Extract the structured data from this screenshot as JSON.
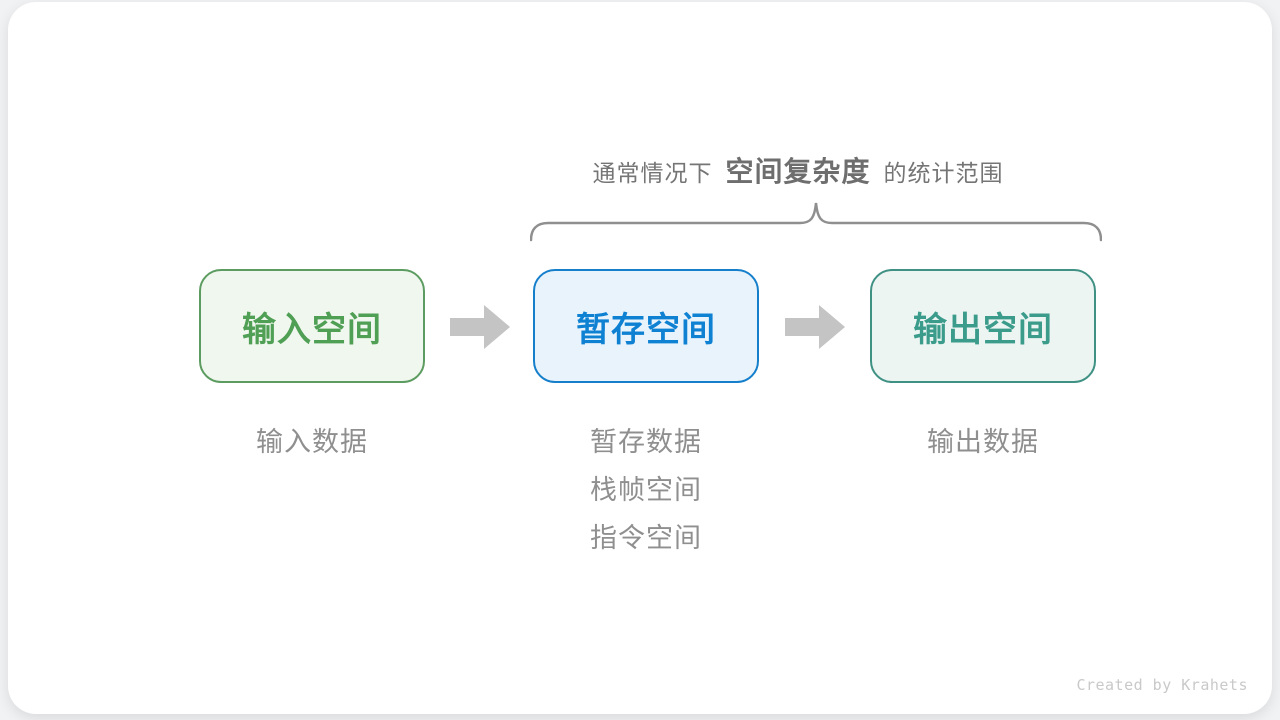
{
  "title": {
    "prefix": "通常情况下",
    "highlight": "空间复杂度",
    "suffix": "的统计范围"
  },
  "boxes": [
    {
      "id": "input-space",
      "label": "输入空间",
      "text_color": "#4f9f55",
      "border_color": "#5c9c60",
      "background": "#f0f7ee"
    },
    {
      "id": "temp-space",
      "label": "暂存空间",
      "text_color": "#0e81d3",
      "border_color": "#157fcb",
      "background": "#e9f3fb"
    },
    {
      "id": "output-space",
      "label": "输出空间",
      "text_color": "#3b9c8b",
      "border_color": "#3f9184",
      "background": "#edf5f3"
    }
  ],
  "notes": {
    "input": [
      "输入数据"
    ],
    "temp": [
      "暂存数据",
      "栈帧空间",
      "指令空间"
    ],
    "output": [
      "输出数据"
    ]
  },
  "icons": {
    "arrow_1": "right-block-arrow",
    "arrow_2": "right-block-arrow",
    "brace": "top-curly-brace"
  },
  "colors": {
    "page_background": "#f1f2f4",
    "card_background": "#ffffff",
    "title_text": "#757575",
    "title_highlight_text": "#6e6e6e",
    "note_text": "#8f8f8f",
    "brace_stroke": "#8f8f8f",
    "arrow_fill": "#c4c4c4",
    "credit_text": "#c9c9c9"
  },
  "credit": {
    "text": "Created by Krahets"
  }
}
